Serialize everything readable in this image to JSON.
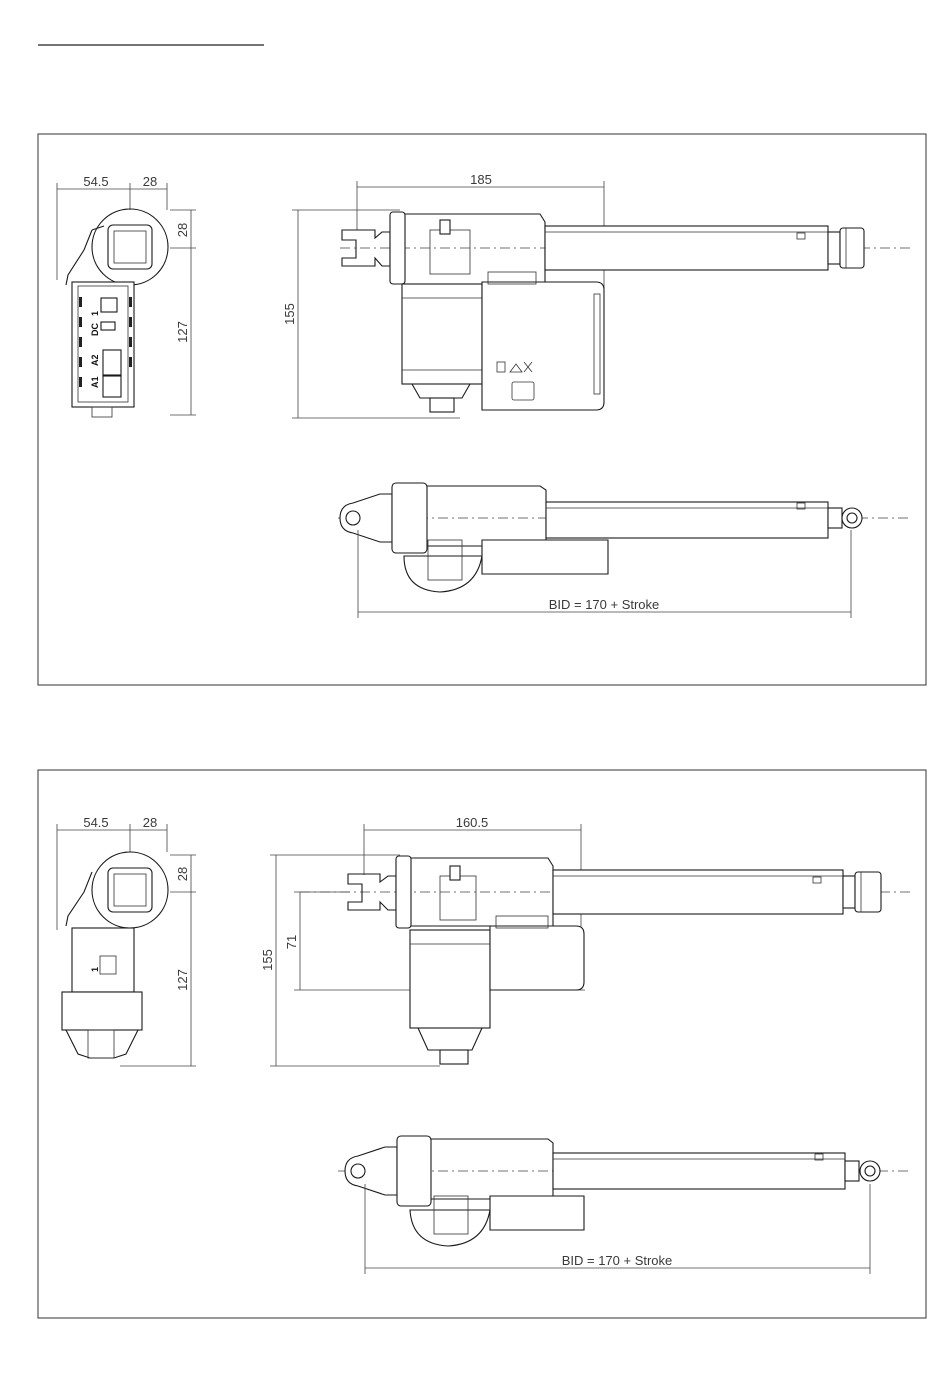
{
  "drawing_1": {
    "end_view": {
      "dim_width_left": "54.5",
      "dim_width_right": "28",
      "dim_height_top": "28",
      "dim_height_main": "127",
      "labels": {
        "dc": "DC",
        "one": "1",
        "a1": "A1",
        "a2": "A2"
      }
    },
    "side_view": {
      "dim_length": "185",
      "dim_height": "155"
    },
    "top_view": {
      "dim_bid": "BID = 170 + Stroke"
    }
  },
  "drawing_2": {
    "end_view": {
      "dim_width_left": "54.5",
      "dim_width_right": "28",
      "dim_height_top": "28",
      "dim_height_main": "127",
      "labels": {
        "one": "1"
      }
    },
    "side_view": {
      "dim_length": "160.5",
      "dim_height": "155",
      "dim_height_inner": "71"
    },
    "top_view": {
      "dim_bid": "BID = 170 + Stroke"
    }
  }
}
